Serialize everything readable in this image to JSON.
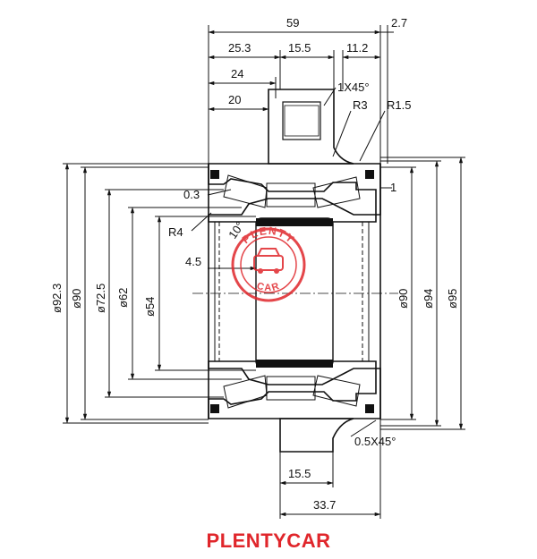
{
  "dimensions": {
    "overall_width": "59",
    "right_offset": "2.7",
    "flange_left": "25.3",
    "flange_width_top": "15.5",
    "right_gap": "11.2",
    "dim_24": "24",
    "dim_20": "20",
    "chamfer_top": "1X45°",
    "radius_r3": "R3",
    "radius_r15": "R1.5",
    "dim_03": "0.3",
    "dim_1": "1",
    "radius_r4": "R4",
    "angle_10": "10°",
    "dim_45": "4.5",
    "d_923": "ø92.3",
    "d_90_left": "ø90",
    "d_725": "ø72.5",
    "d_62": "ø62",
    "d_54": "ø54",
    "d_90_right": "ø90",
    "d_94": "ø94",
    "d_95": "ø95",
    "chamfer_bottom": "0.5X45°",
    "flange_width_bottom": "15.5",
    "dim_337": "33.7"
  },
  "watermark": {
    "top_text": "PLENTY",
    "bottom_text": "CAR",
    "color": "#e0262b"
  },
  "footer": {
    "brand": "PLENTYCAR",
    "color": "#e0262b"
  }
}
